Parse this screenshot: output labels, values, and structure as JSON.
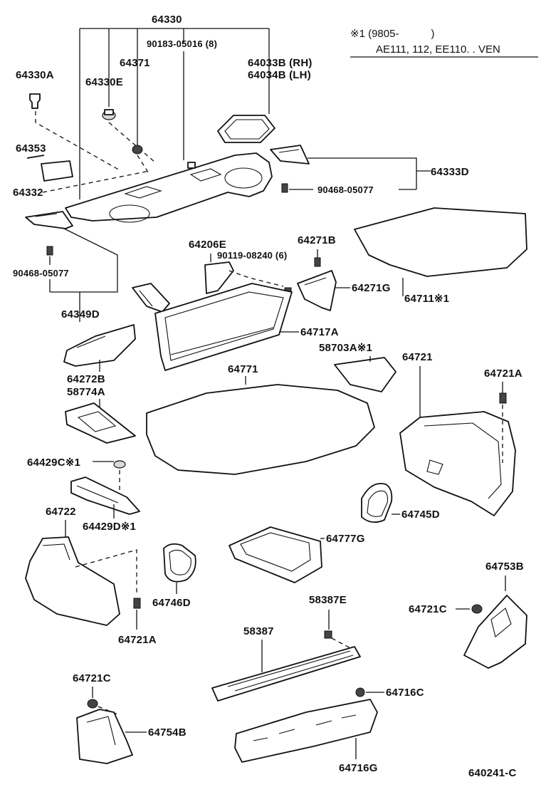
{
  "header_note": {
    "line1": "※1 (9805-　　　)",
    "line2": "AE111, 112, EE110. . VEN"
  },
  "labels": {
    "l64330": "64330",
    "l90183": "90183-05016 (8)",
    "l64371": "64371",
    "l64330A": "64330A",
    "l64330E": "64330E",
    "l64033B": "64033B (RH)",
    "l64034B": "64034B (LH)",
    "l64353": "64353",
    "l64332": "64332",
    "l64333D": "64333D",
    "l90468a": "90468-05077",
    "l90468b": "90468-05077",
    "l64349D": "64349D",
    "l64206E": "64206E",
    "l90119": "90119-08240 (6)",
    "l64271B": "64271B",
    "l64271G": "64271G",
    "l64711": "64711※1",
    "l64717A": "64717A",
    "l64272B": "64272B",
    "l58774A": "58774A",
    "l58703A": "58703A※1",
    "l64721": "64721",
    "l64721A_top": "64721A",
    "l64771": "64771",
    "l64429C": "64429C※1",
    "l64429D": "64429D※1",
    "l64722": "64722",
    "l64745D": "64745D",
    "l64777G": "64777G",
    "l64746D": "64746D",
    "l64721A_bot": "64721A",
    "l58387E": "58387E",
    "l64753B": "64753B",
    "l64721C_right": "64721C",
    "l58387": "58387",
    "l64721C_left": "64721C",
    "l64716C": "64716C",
    "l64754B": "64754B",
    "l64716G": "64716G",
    "l640241": "640241-C"
  }
}
